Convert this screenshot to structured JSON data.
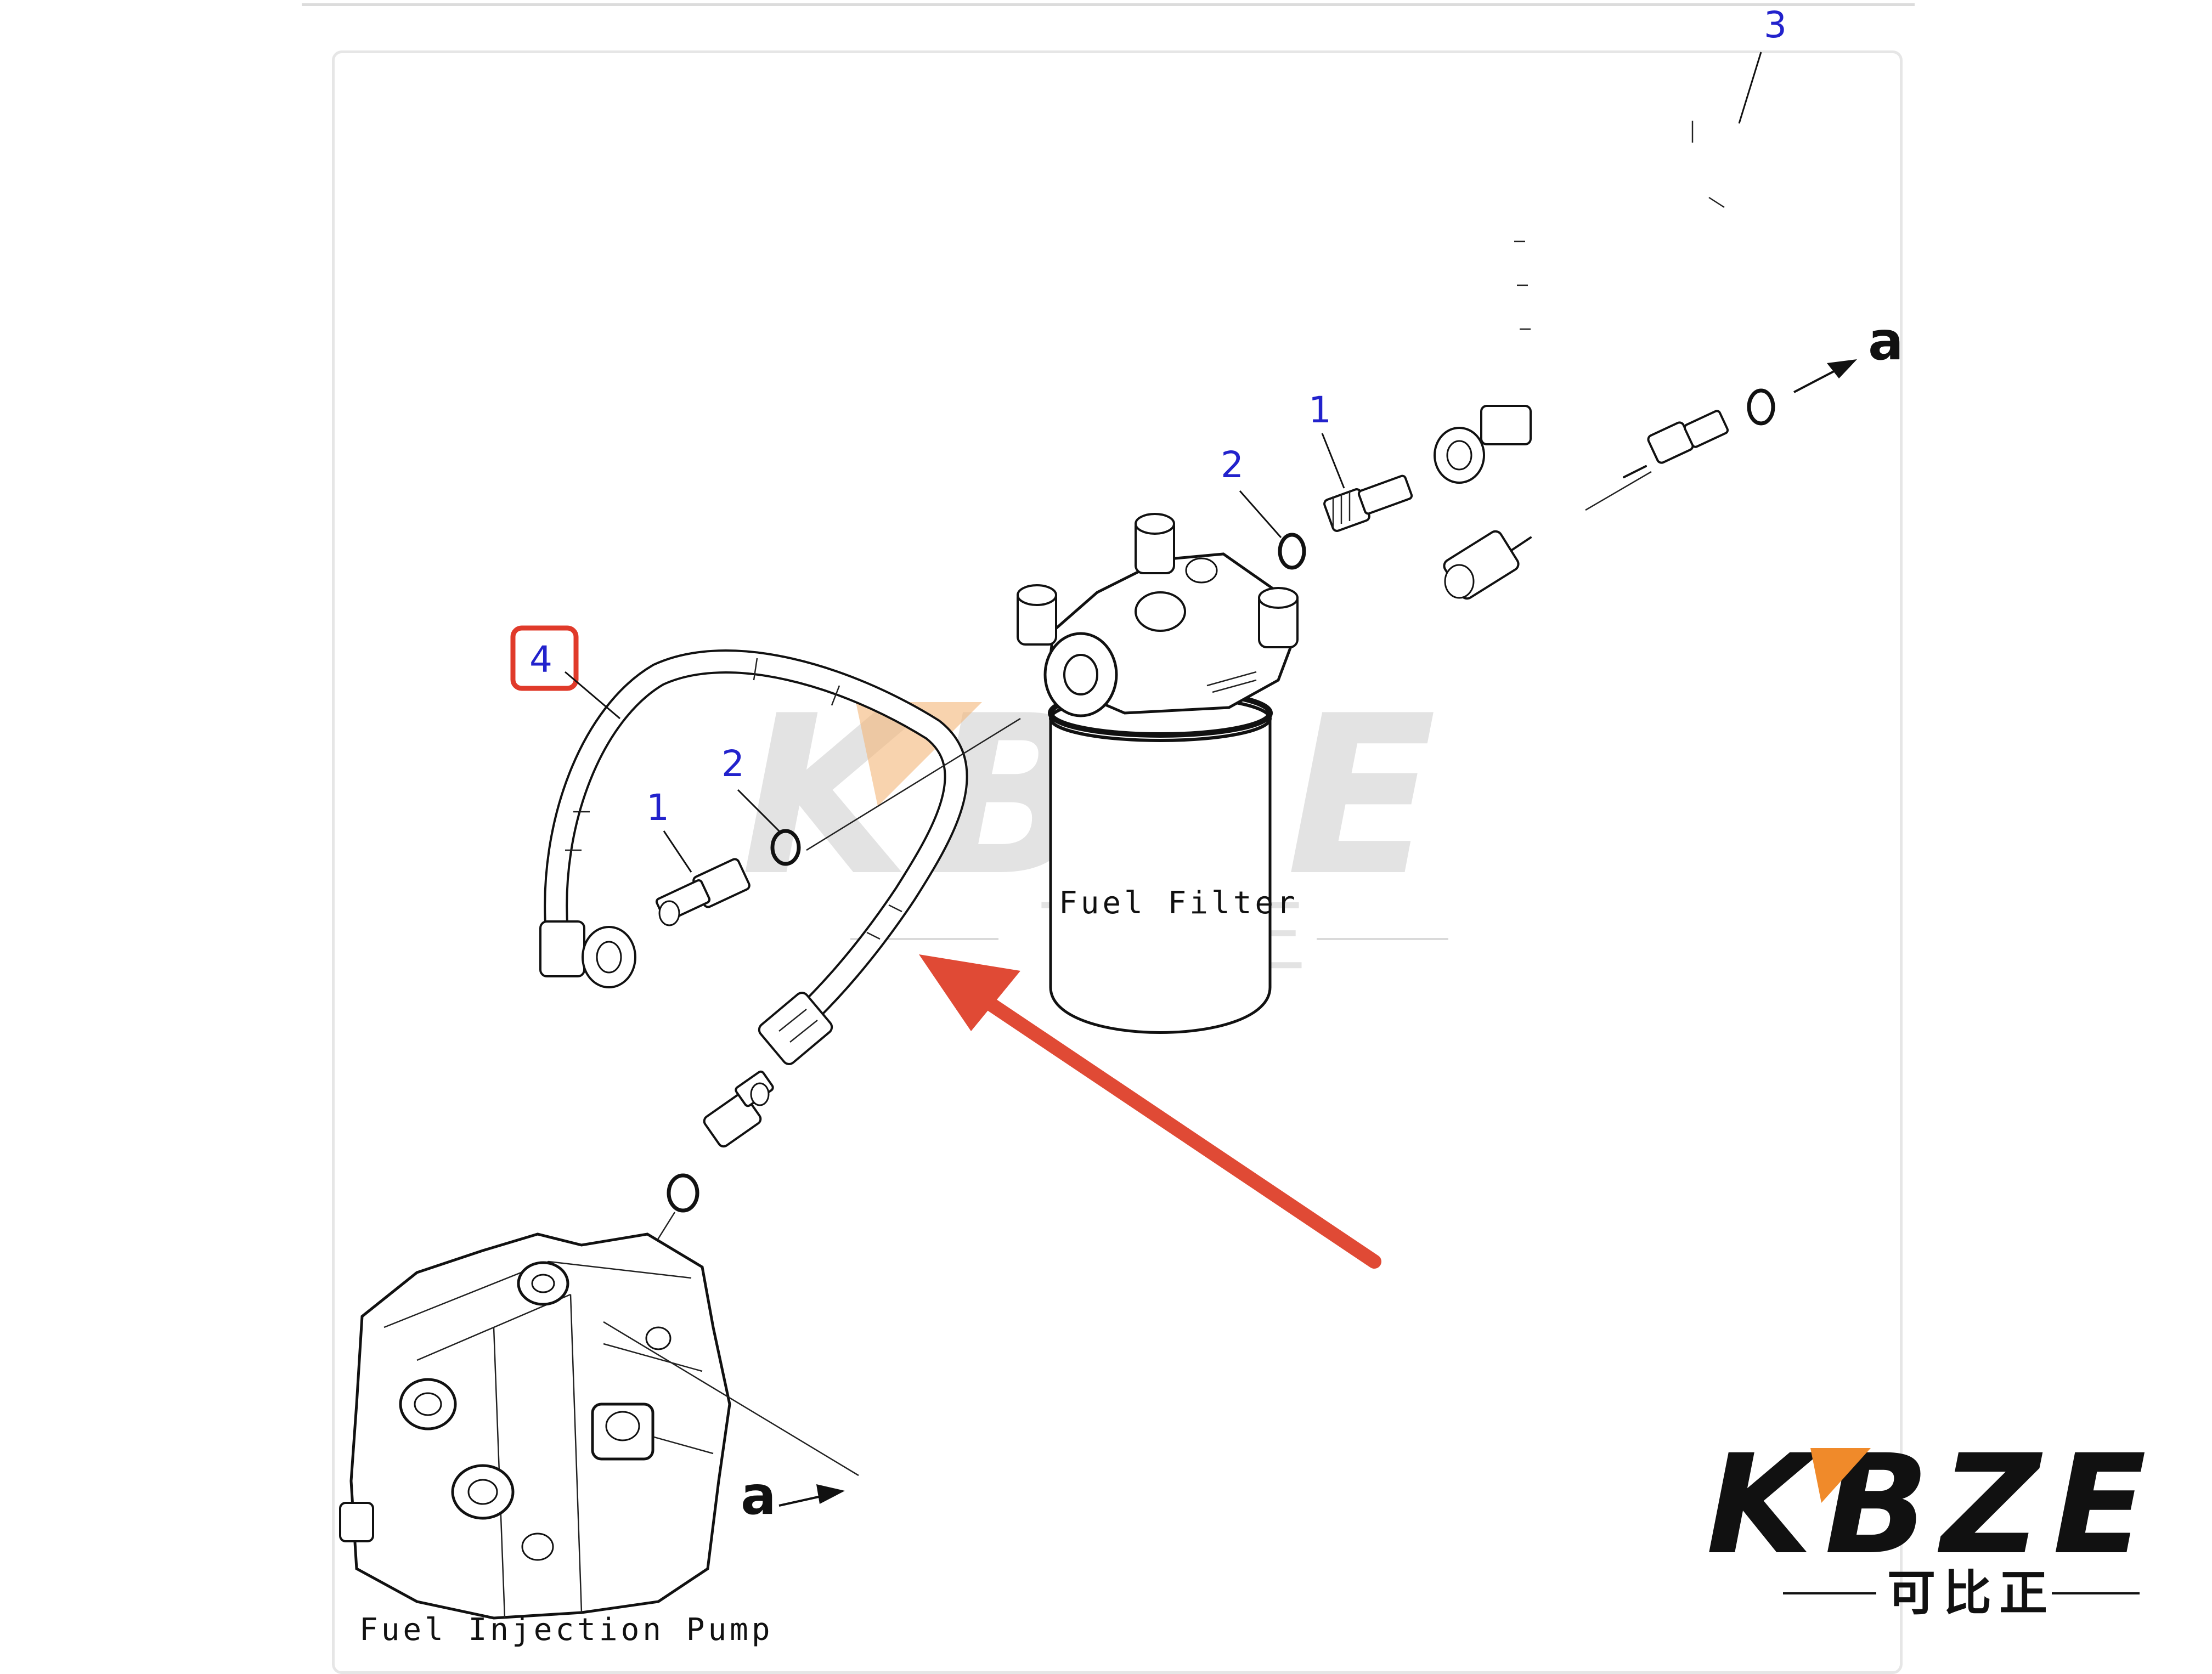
{
  "labels": {
    "fuel_filter": "Fuel Filter",
    "fuel_injection_pump": "Fuel Injection Pump"
  },
  "callouts": {
    "p1_upper": "1",
    "p2_upper": "2",
    "p3": "3",
    "p4": "4",
    "p1_lower": "1",
    "p2_lower": "2"
  },
  "direction_marks": {
    "upper": "a",
    "lower": "a"
  },
  "watermark": {
    "text": "KBZE",
    "subtext": "可比正"
  },
  "logo": {
    "text": "KBZE",
    "subtext": "可比正"
  },
  "colors": {
    "callout_text": "#2222cc",
    "highlight_box": "#e03a2a",
    "pointer_arrow": "#e04a35",
    "logo_accent": "#f08a2a",
    "watermark": "#dadada"
  }
}
